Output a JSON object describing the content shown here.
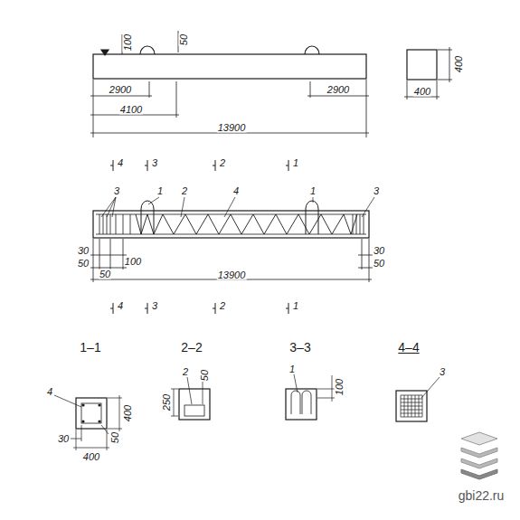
{
  "diagram": {
    "labels": [
      "100",
      "50",
      "2900",
      "4100",
      "2900",
      "13900",
      "400",
      "400",
      "4",
      "3",
      "2",
      "1",
      "3",
      "1",
      "2",
      "4",
      "1",
      "3",
      "30",
      "50",
      "50",
      "100",
      "30",
      "50",
      "13900",
      "4",
      "3",
      "2",
      "1",
      "1–1",
      "2–2",
      "3–3",
      "4–4",
      "4",
      "400",
      "30",
      "400",
      "50",
      "2",
      "50",
      "250",
      "1",
      "100",
      "3",
      "gbi22.ru"
    ]
  }
}
